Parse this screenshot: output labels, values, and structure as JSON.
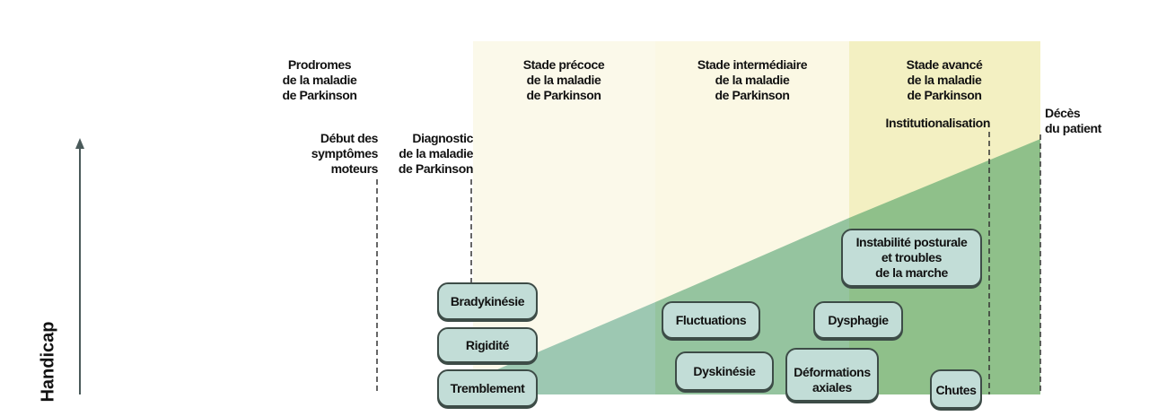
{
  "phases": {
    "prodromes": [
      "Prodromes",
      "de la maladie",
      "de Parkinson"
    ],
    "early": [
      "Stade précoce",
      "de la maladie",
      "de Parkinson"
    ],
    "intermediate": [
      "Stade intermédiaire",
      "de la maladie",
      "de Parkinson"
    ],
    "advanced": [
      "Stade avancé",
      "de la maladie",
      "de Parkinson"
    ]
  },
  "events": {
    "motor_onset": [
      "Début des",
      "symptômes",
      "moteurs"
    ],
    "diagnosis": [
      "Diagnostic",
      "de la maladie",
      "de Parkinson"
    ],
    "institutionalisation": "Institutionalisation",
    "death": [
      "Décès",
      "du patient"
    ]
  },
  "axis": {
    "y_label": "Handicap"
  },
  "symptoms": {
    "bradykinesia": "Bradykinésie",
    "rigidity": "Rigidité",
    "tremor": "Tremblement",
    "fluctuations": "Fluctuations",
    "dysphagia": "Dysphagie",
    "postural": [
      "Instabilité posturale",
      "et troubles",
      "de la marche"
    ],
    "dyskinesia": "Dyskinésie",
    "axial": [
      "Déformations",
      "axiales"
    ],
    "falls": "Chutes"
  },
  "colors": {
    "early_band": "#fbf9ea",
    "intermediate_band": "#fbf8e4",
    "advanced_band": "#f3f0c2",
    "green_early": "#9dc8b2",
    "green_intermediate": "#95c49f",
    "green_advanced": "#8fc08a",
    "box": "#c2ddd7"
  }
}
